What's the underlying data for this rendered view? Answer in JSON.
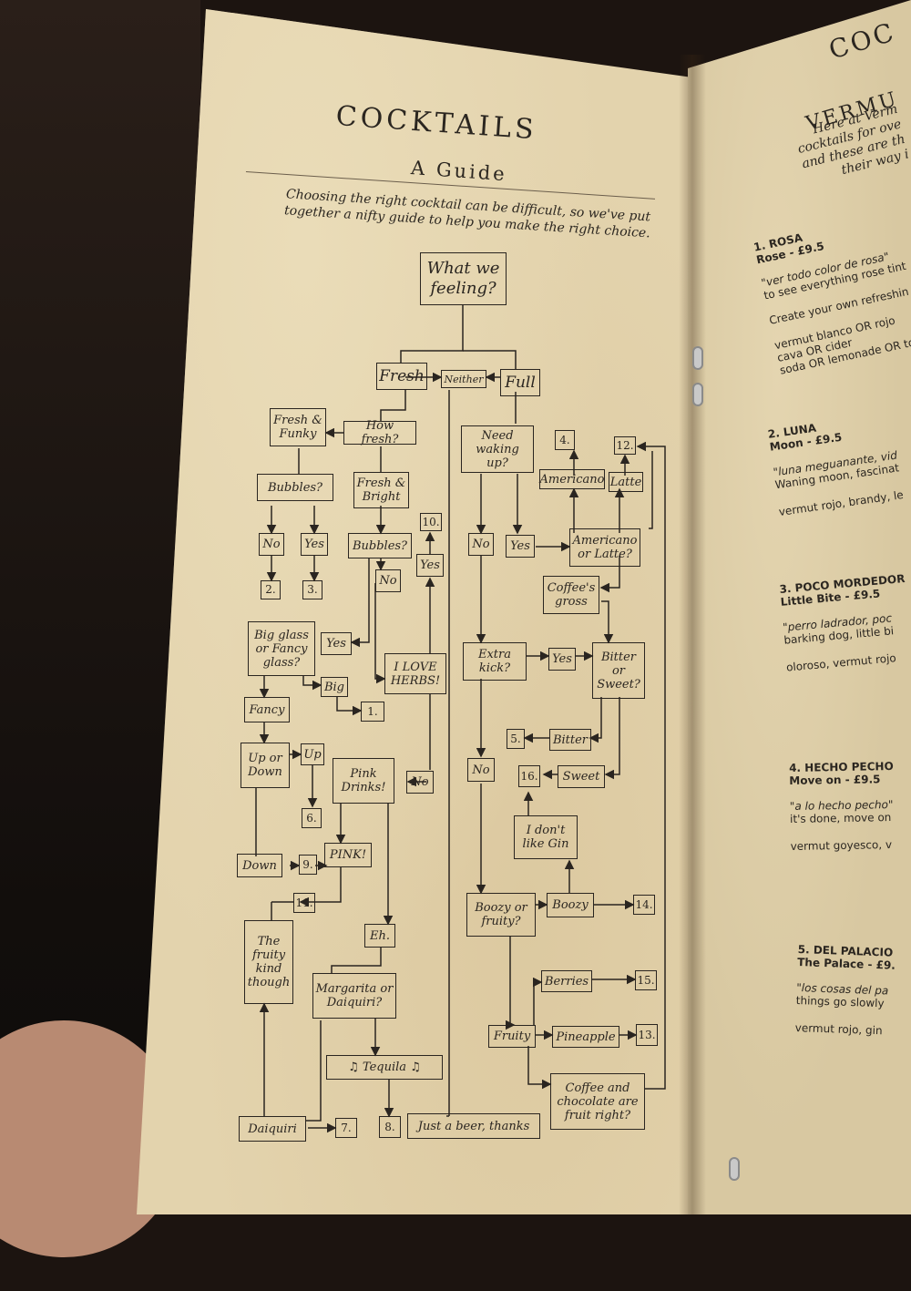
{
  "left_page": {
    "title": "COCKTAILS",
    "subtitle": "A Guide",
    "intro": "Choosing the right cocktail can be difficult, so we've put together a nifty guide to help you make the right choice."
  },
  "flowchart": {
    "what_we_feeling": "What we feeling?",
    "fresh": "Fresh",
    "neither": "Neither",
    "full": "Full",
    "fresh_and_funky": "Fresh & Funky",
    "how_fresh": "How fresh?",
    "bubbles_1": "Bubbles?",
    "fresh_and_bright": "Fresh & Bright",
    "no_1": "No",
    "yes_1": "Yes",
    "bubbles_2": "Bubbles?",
    "num_10": "10.",
    "yes_herbs": "Yes",
    "no_2": "No",
    "num_2": "2.",
    "num_3": "3.",
    "big_glass": "Big glass or Fancy glass?",
    "yes_2": "Yes",
    "i_love_herbs": "I LOVE HERBS!",
    "big": "Big",
    "num_1": "1.",
    "fancy": "Fancy",
    "up_or_down": "Up or Down",
    "up": "Up",
    "num_6": "6.",
    "pink_drinks": "Pink Drinks!",
    "no_pink": "No",
    "down": "Down",
    "num_9": "9.",
    "pink": "PINK!",
    "num_11": "11.",
    "fruity_kind": "The fruity kind though",
    "eh": "Eh.",
    "margarita": "Margarita or Daiquiri?",
    "tequila": "♫ Tequila ♫",
    "daiquiri": "Daiquiri",
    "num_7": "7.",
    "num_8": "8.",
    "just_a_beer": "Just a beer, thanks",
    "need_waking_up": "Need waking up?",
    "num_4": "4.",
    "num_12": "12.",
    "americano": "Americano",
    "latte": "Latte",
    "no_3": "No",
    "yes_3": "Yes",
    "americano_or_latte": "Americano or Latte?",
    "coffees_gross": "Coffee's gross",
    "extra_kick": "Extra kick?",
    "yes_4": "Yes",
    "bitter_or_sweet": "Bitter or Sweet?",
    "num_5": "5.",
    "bitter": "Bitter",
    "no_4": "No",
    "num_16": "16.",
    "sweet": "Sweet",
    "i_dont_like_gin": "I don't like Gin",
    "boozy_or_fruity": "Boozy or fruity?",
    "boozy": "Boozy",
    "num_14": "14.",
    "berries": "Berries",
    "num_15": "15.",
    "fruity": "Fruity",
    "pineapple": "Pineapple",
    "num_13": "13.",
    "coffee_chocolate": "Coffee and chocolate are fruit right?"
  },
  "right_page": {
    "title": "COC",
    "subtitle": "VERMU",
    "intro_lines": [
      "Here at Verm",
      "cocktails for ove",
      "and these are th",
      "their way i"
    ],
    "items": [
      {
        "head": "1. ROSA",
        "sub": "Rose - £9.5",
        "quote": "\"ver todo color de rosa\"",
        "quote2": "to see everything rose tint",
        "desc": "Create your own refreshin",
        "ing1": "vermut blanco OR rojo",
        "ing2": "cava OR cider",
        "ing3": "soda OR lemonade OR to"
      },
      {
        "head": "2. LUNA",
        "sub": "Moon - £9.5",
        "quote": "\"luna meguanante, vid",
        "quote2": "Waning moon, fascinat",
        "desc": "vermut rojo, brandy, le"
      },
      {
        "head": "3. POCO MORDEDOR",
        "sub": "Little Bite - £9.5",
        "quote": "\"perro ladrador, poc",
        "quote2": "barking dog, little bi",
        "desc": "oloroso, vermut rojo"
      },
      {
        "head": "4. HECHO PECHO",
        "sub": "Move on - £9.5",
        "quote": "\"a lo hecho pecho\"",
        "quote2": "it's done, move on",
        "desc": "vermut goyesco, v"
      },
      {
        "head": "5. DEL PALACIO",
        "sub": "The Palace - £9.",
        "quote": "\"los cosas del pa",
        "quote2": "things go slowly",
        "desc": "vermut rojo, gin"
      }
    ]
  }
}
